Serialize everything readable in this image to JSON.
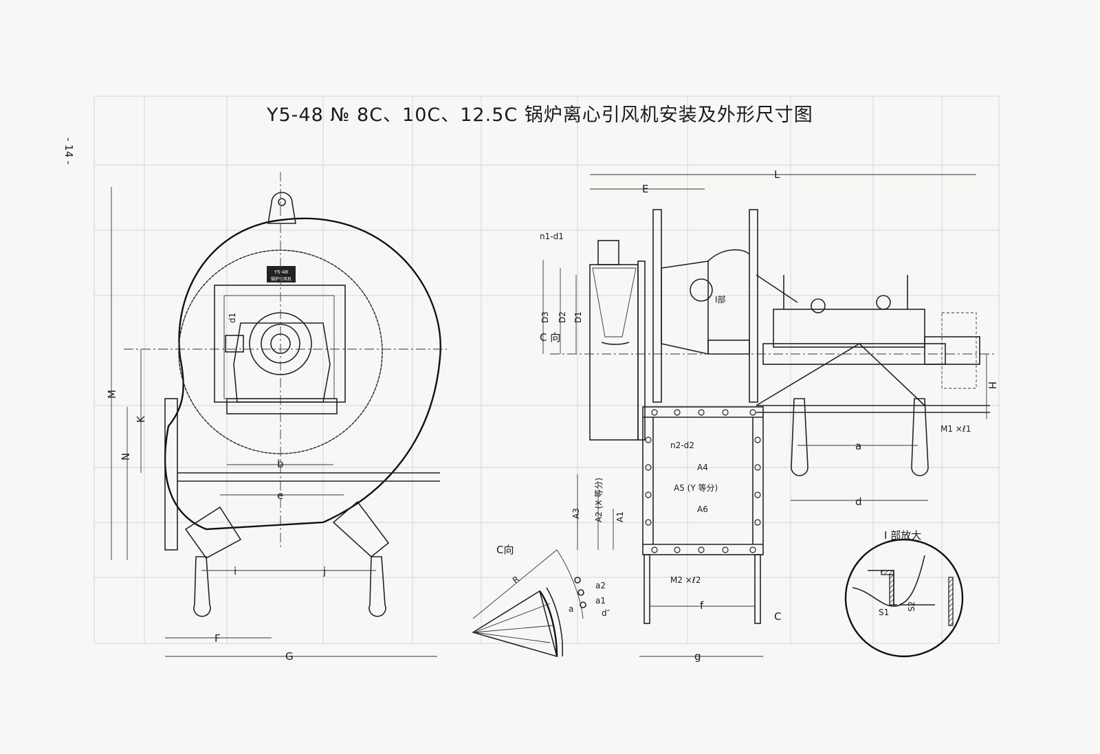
{
  "page_number": "- 14 -",
  "title": "Y5-48 № 8C、10C、12.5C 锅炉离心引风机安装及外形尺寸图",
  "nameplate": {
    "model": "Y5-48",
    "name": "锅炉引风机"
  },
  "front_view": {
    "labels": {
      "M": "M",
      "K": "K",
      "N": "N",
      "d1": "d1",
      "b": "b",
      "e": "e",
      "i": "i",
      "j": "j",
      "F": "F",
      "G": "G"
    }
  },
  "side_view": {
    "labels": {
      "L": "L",
      "E": "E",
      "n1_d1": "n1-d1",
      "D3": "D3",
      "D2": "D2",
      "D1": "D1",
      "C_dir": "C 向",
      "I_part": "I部",
      "n2_d2": "n2-d2",
      "A4": "A4",
      "A5": "A5 (Y 等分)",
      "A6": "A6",
      "A3": "A3",
      "A2": "A2 (X 等分)",
      "A1": "A1",
      "M2_l2": "M2 ×ℓ2",
      "f": "f",
      "g": "g",
      "C": "C",
      "a": "a",
      "d": "d",
      "H": "H",
      "M1_l1": "M1 ×ℓ1"
    }
  },
  "c_view_detail": {
    "title": "C向",
    "labels": {
      "R": "R",
      "a2": "a2",
      "a1": "a1",
      "a": "a",
      "d2p": "d″"
    }
  },
  "i_detail": {
    "title": "I 部放大",
    "labels": {
      "S1": "S1",
      "S2": "S2"
    }
  }
}
